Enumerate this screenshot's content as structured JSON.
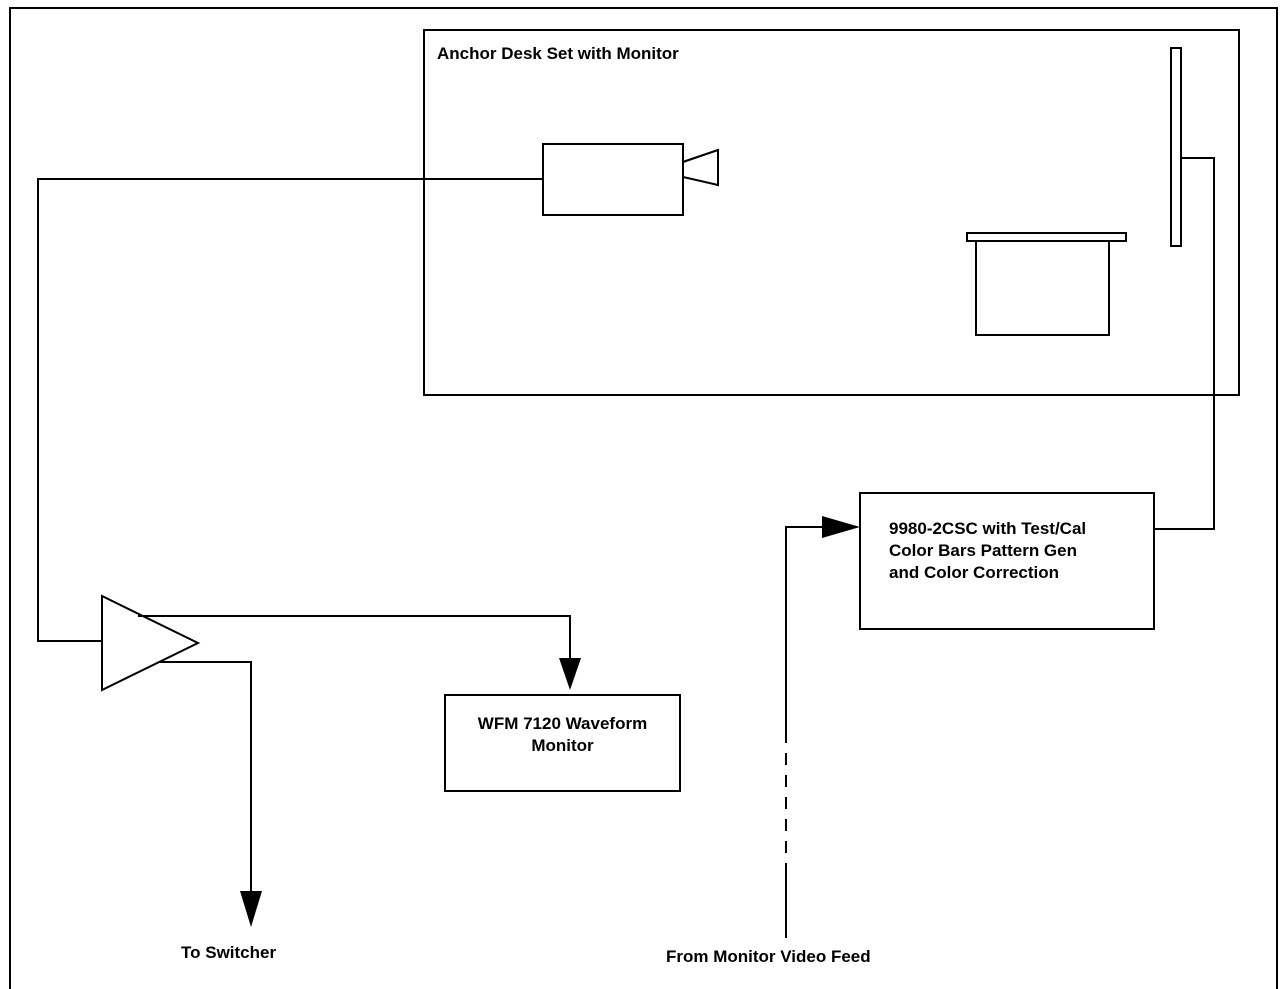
{
  "set_box": {
    "title": "Anchor Desk Set with Monitor"
  },
  "wfm_box": {
    "line1": "WFM 7120 Waveform",
    "line2": "Monitor"
  },
  "csc_box": {
    "line1": "9980-2CSC with Test/Cal",
    "line2": "Color Bars Pattern Gen",
    "line3": "and Color Correction"
  },
  "labels": {
    "to_switcher": "To Switcher",
    "from_monitor": "From Monitor Video Feed"
  },
  "colors": {
    "stroke": "#000000",
    "background": "#ffffff"
  }
}
